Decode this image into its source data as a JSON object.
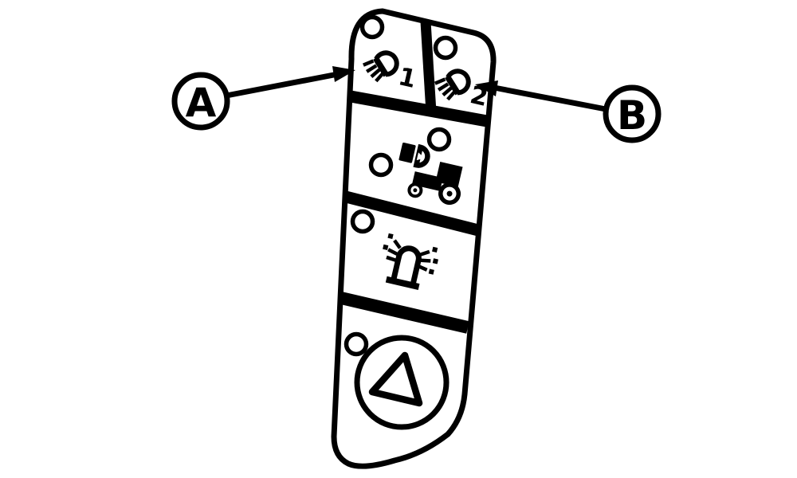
{
  "diagram": {
    "title": "switch-panel-callouts",
    "background_color": "#ffffff",
    "line_color": "#000000"
  },
  "callouts": [
    {
      "label": "A",
      "target": "work-light-switch-1"
    },
    {
      "label": "B",
      "target": "work-light-switch-2"
    }
  ],
  "panel": {
    "switches": [
      {
        "name": "work-light-1",
        "icon": "work-light-icon",
        "number": "1"
      },
      {
        "name": "work-light-2",
        "icon": "work-light-icon",
        "number": "2"
      },
      {
        "name": "implement-work-light",
        "icon": "tractor-work-light-icon"
      },
      {
        "name": "rotating-beacon",
        "icon": "rotating-beacon-icon"
      },
      {
        "name": "hazard-warning",
        "icon": "hazard-warning-triangle-icon"
      }
    ]
  }
}
